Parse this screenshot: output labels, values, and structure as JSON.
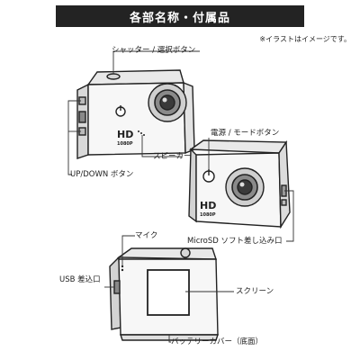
{
  "header": {
    "title": "各部名称・付属品"
  },
  "note": "※イラストはイメージです。",
  "labels": {
    "shutter": "シャッター / 選択ボタン",
    "speaker": "スピーカー",
    "updown": "UP/DOWN ボタン",
    "power": "電源 / モードボタン",
    "microsd": "MicroSD ソフト差し込み口",
    "mic": "マイク",
    "usb": "USB 差込口",
    "screen": "スクリーン",
    "battery": "バッテリーカバー（底面）"
  },
  "camera_text": {
    "hd": "HD",
    "res": "1080P"
  }
}
